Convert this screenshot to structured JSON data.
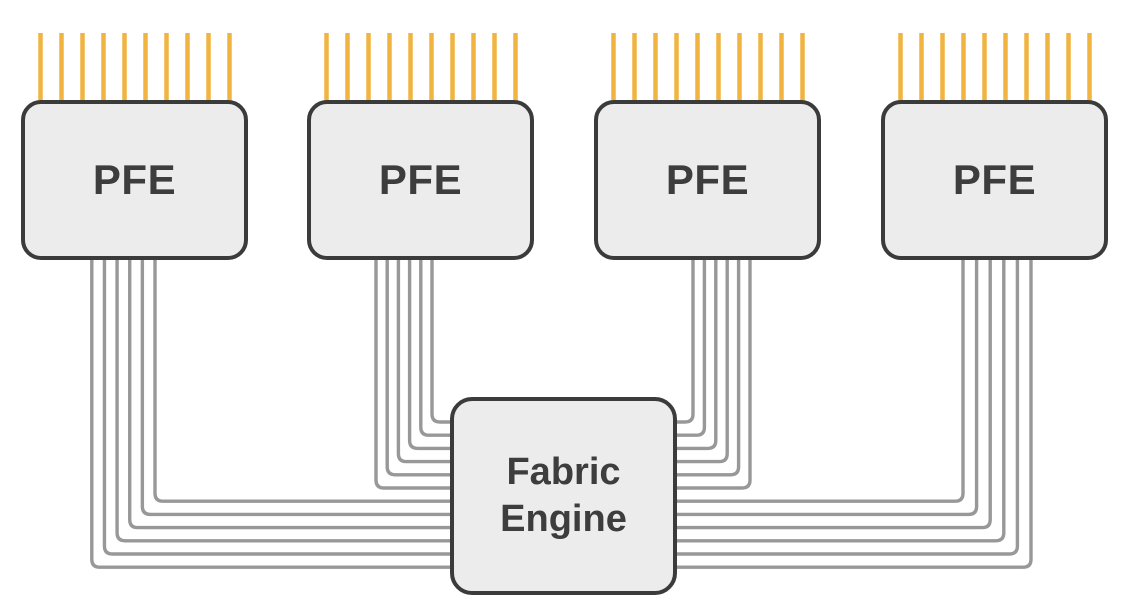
{
  "diagram": {
    "type": "topology-diagram",
    "description": "Four packet forwarding engines connected to a central fabric engine",
    "pfes": [
      {
        "id": "pfe-1",
        "label": "PFE",
        "pins": 10,
        "links_to_fabric": 6
      },
      {
        "id": "pfe-2",
        "label": "PFE",
        "pins": 10,
        "links_to_fabric": 6
      },
      {
        "id": "pfe-3",
        "label": "PFE",
        "pins": 10,
        "links_to_fabric": 6
      },
      {
        "id": "pfe-4",
        "label": "PFE",
        "pins": 10,
        "links_to_fabric": 6
      }
    ],
    "fabric": {
      "id": "fabric-engine",
      "label": "Fabric Engine"
    },
    "links": [
      {
        "from": "pfe-1",
        "to": "fabric-engine",
        "count": 6,
        "enters": "left-lower"
      },
      {
        "from": "pfe-2",
        "to": "fabric-engine",
        "count": 6,
        "enters": "left-upper"
      },
      {
        "from": "pfe-3",
        "to": "fabric-engine",
        "count": 6,
        "enters": "right-upper"
      },
      {
        "from": "pfe-4",
        "to": "fabric-engine",
        "count": 6,
        "enters": "right-lower"
      }
    ],
    "colors": {
      "background": "#FFFFFF",
      "pin": "#F2B441",
      "link": "#989898",
      "node_fill": "#ECECEC",
      "node_border": "#3B3B3B",
      "label": "#3D3D3D"
    }
  }
}
